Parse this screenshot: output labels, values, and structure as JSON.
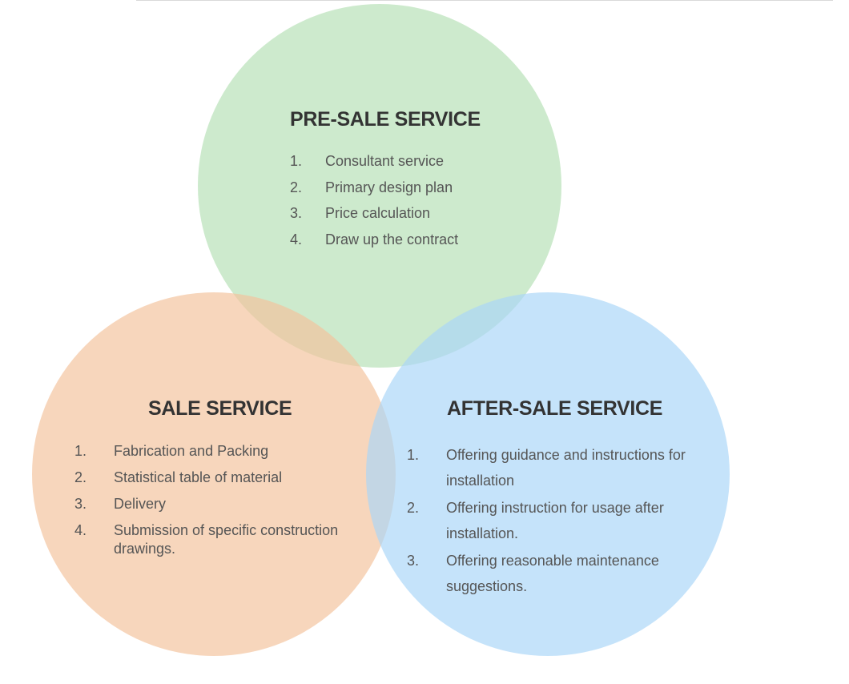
{
  "diagram": {
    "colors": {
      "pre_sale_circle": "#b6e0b6",
      "sale_circle": "#f3c39c",
      "after_sale_circle": "#a9d6f7",
      "heading_text": "#333333",
      "body_text": "#555555"
    },
    "pre_sale": {
      "title": "PRE-SALE SERVICE",
      "items": [
        {
          "num": "1.",
          "text": "Consultant service"
        },
        {
          "num": "2.",
          "text": "Primary design plan"
        },
        {
          "num": "3.",
          "text": "Price calculation"
        },
        {
          "num": "4.",
          "text": "Draw up the contract"
        }
      ]
    },
    "sale": {
      "title": "SALE SERVICE",
      "items": [
        {
          "num": "1.",
          "text": "Fabrication and Packing"
        },
        {
          "num": "2.",
          "text": "Statistical table of material"
        },
        {
          "num": "3.",
          "text": "Delivery"
        },
        {
          "num": "4.",
          "text": "Submission of specific construction drawings."
        }
      ]
    },
    "after_sale": {
      "title": "AFTER-SALE SERVICE",
      "items": [
        {
          "num": "1.",
          "text": "Offering guidance and instructions for installation"
        },
        {
          "num": "2.",
          "text": "Offering instruction for usage after installation."
        },
        {
          "num": "3.",
          "text": "Offering reasonable maintenance suggestions."
        }
      ]
    }
  }
}
